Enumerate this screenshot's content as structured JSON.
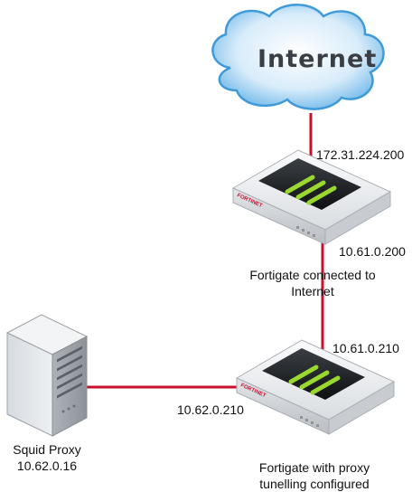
{
  "cloud": {
    "label": "Internet",
    "icon": "cloud-icon"
  },
  "links": {
    "internet_ip": "172.31.224.200",
    "fg1_inside_ip": "10.61.0.200",
    "fg2_outside_ip": "10.61.0.210",
    "fg2_inside_ip": "10.62.0.210"
  },
  "devices": {
    "fortigate_top": {
      "brand": "FORTINET",
      "caption_line1": "Fortigate connected to",
      "caption_line2": "Internet"
    },
    "fortigate_bottom": {
      "brand": "FORTINET",
      "caption_line1": "Fortigate with proxy",
      "caption_line2": "tunelling configured"
    },
    "squid": {
      "name": "Squid Proxy",
      "ip": "10.62.0.16"
    }
  },
  "colors": {
    "link": "#c8102e",
    "cloud_fill": "#cfe6f7",
    "cloud_edge": "#4aa3df",
    "appliance": "#e9ebee",
    "led_green": "#9ad830"
  }
}
